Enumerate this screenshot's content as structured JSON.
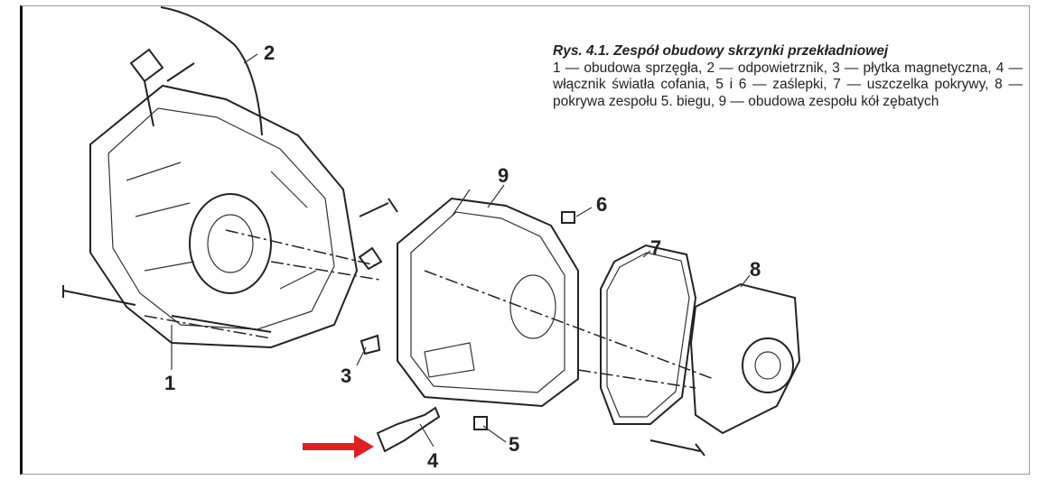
{
  "caption": {
    "title": "Rys. 4.1. Zespół obudowy skrzynki przekładniowej",
    "body": "1 — obudowa sprzęgła, 2 — odpowietrznik, 3 — płytka magnetyczna, 4 — włącznik światła cofania, 5 i 6 — zaślepki, 7 — uszczelka pokrywy, 8 — pokrywa zespołu 5. biegu, 9 — obudowa zespołu kół zębatych"
  },
  "labels": [
    "1",
    "2",
    "3",
    "4",
    "5",
    "6",
    "7",
    "8",
    "9"
  ],
  "colors": {
    "arrow": "#e02020",
    "ink": "#222222"
  }
}
